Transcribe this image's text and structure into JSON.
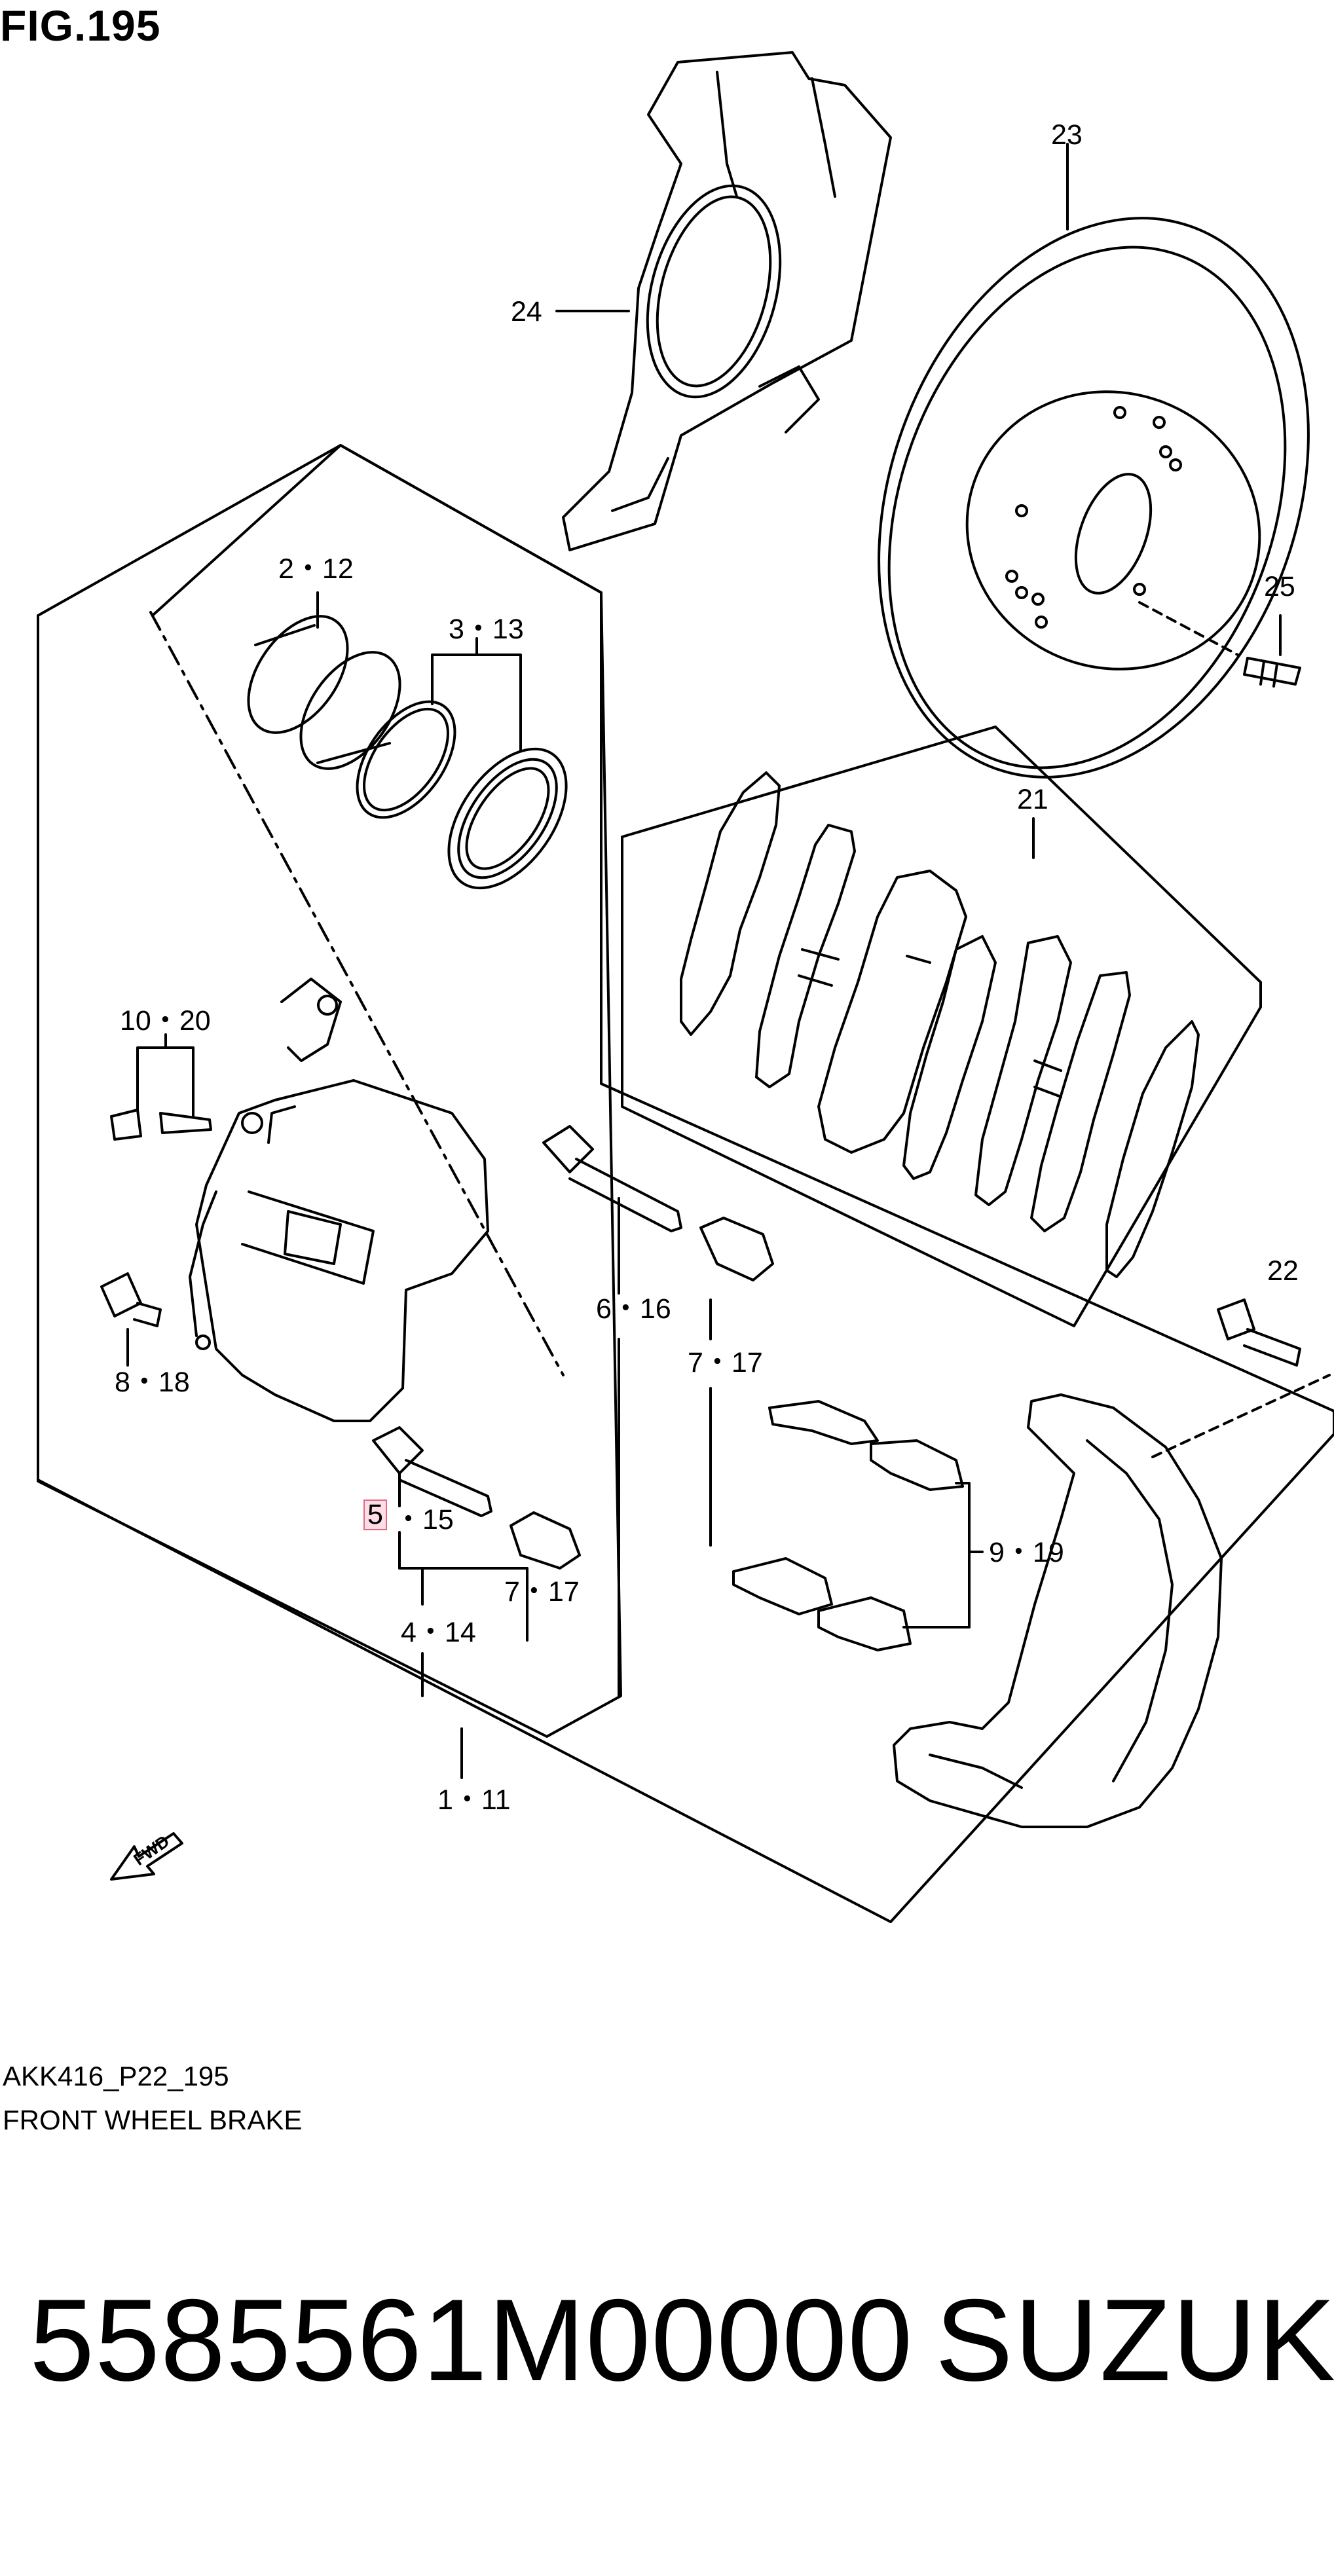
{
  "figure": {
    "title": "FIG.195",
    "drawing_code": "AKK416_P22_195",
    "section_name": "FRONT WHEEL BRAKE"
  },
  "callouts": [
    {
      "id": "c23",
      "text": "23"
    },
    {
      "id": "c24",
      "text": "24"
    },
    {
      "id": "c25",
      "text": "25"
    },
    {
      "id": "c2_12",
      "text": "2・12"
    },
    {
      "id": "c3_13",
      "text": "3・13"
    },
    {
      "id": "c21",
      "text": "21"
    },
    {
      "id": "c10_20",
      "text": "10・20"
    },
    {
      "id": "c6_16",
      "text": "6・16"
    },
    {
      "id": "c7_17a",
      "text": "7・17"
    },
    {
      "id": "c8_18",
      "text": "8・18"
    },
    {
      "id": "c22",
      "text": "22"
    },
    {
      "id": "c9_19",
      "text": "9・19"
    },
    {
      "id": "c5",
      "text": "5"
    },
    {
      "id": "c15",
      "text": "・15"
    },
    {
      "id": "c7_17b",
      "text": "7・17"
    },
    {
      "id": "c4_14",
      "text": "4・14"
    },
    {
      "id": "c1_11",
      "text": "1・11"
    }
  ],
  "fwd_arrow_label": "FWD",
  "part": {
    "number": "5585561M00000",
    "brand": "SUZUKI"
  },
  "colors": {
    "highlight_fill": "#ffdde6",
    "highlight_border": "#e06a86",
    "line": "#000000"
  }
}
